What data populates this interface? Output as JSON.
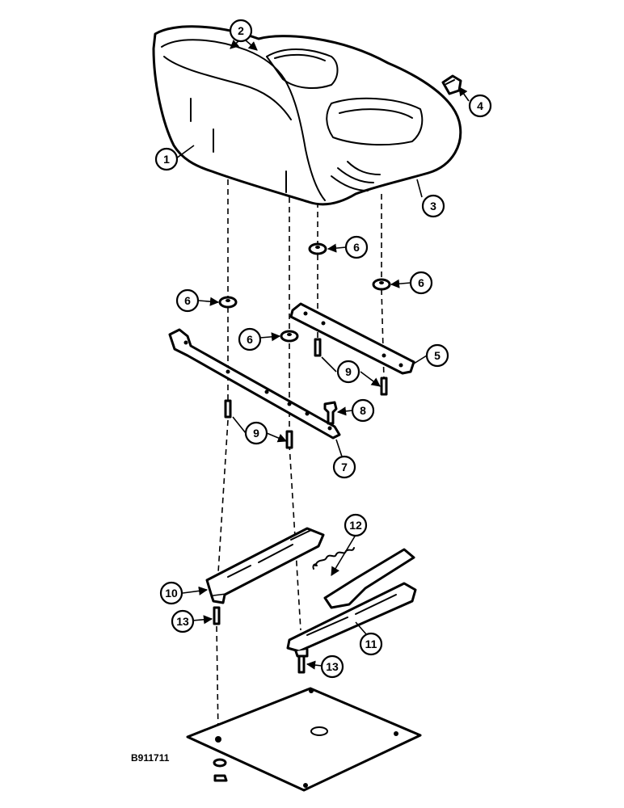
{
  "diagram": {
    "reference_code": "B911711",
    "callouts": {
      "c1": "1",
      "c2": "2",
      "c3": "3",
      "c4": "4",
      "c5": "5",
      "c6a": "6",
      "c6b": "6",
      "c6c": "6",
      "c6d": "6",
      "c7": "7",
      "c8": "8",
      "c9a": "9",
      "c9b": "9",
      "c10": "10",
      "c11": "11",
      "c12": "12",
      "c13a": "13",
      "c13b": "13"
    }
  }
}
